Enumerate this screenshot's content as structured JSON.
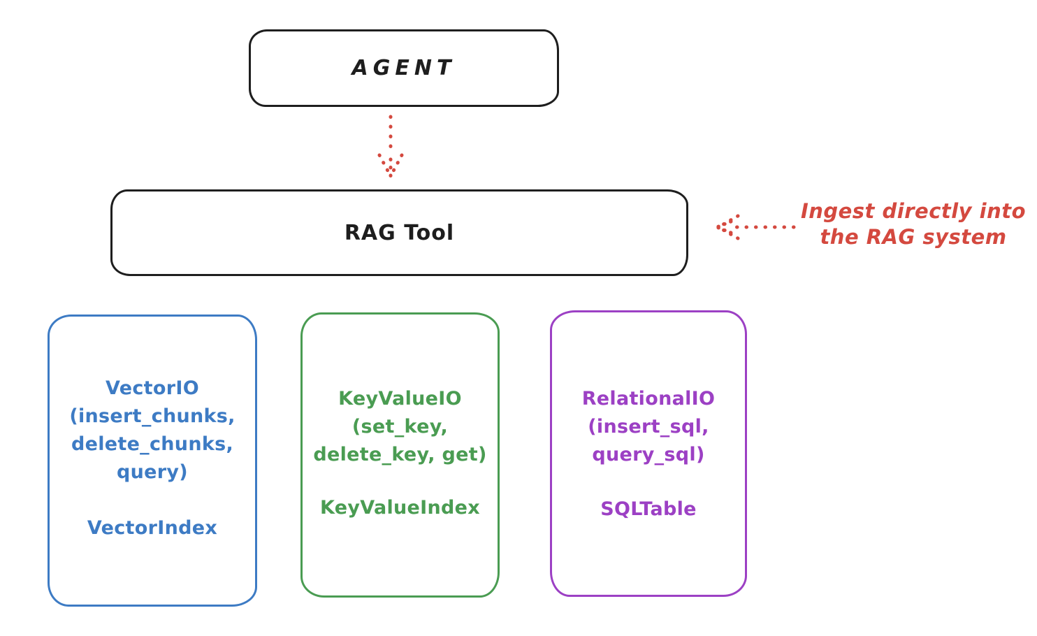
{
  "agent_box": {
    "label": "AGENT"
  },
  "rag_tool_box": {
    "label": "RAG Tool"
  },
  "annotation": {
    "line1": "Ingest directly into",
    "line2": "the RAG system"
  },
  "backend_boxes": [
    {
      "id": "vector-io",
      "color": "#3d7bc4",
      "title_lines": [
        "VectorIO",
        "(insert_chunks,",
        "delete_chunks,",
        "query)"
      ],
      "index_label": "VectorIndex"
    },
    {
      "id": "keyvalue-io",
      "color": "#4a9c52",
      "title_lines": [
        "KeyValueIO",
        "(set_key,",
        "delete_key, get)"
      ],
      "index_label": "KeyValueIndex"
    },
    {
      "id": "relational-io",
      "color": "#9c40c4",
      "title_lines": [
        "RelationalIO",
        "(insert_sql,",
        "query_sql)"
      ],
      "index_label": "SQLTable"
    }
  ],
  "colors": {
    "box_stroke": "#1e1e1e",
    "annotation_red": "#d4493f",
    "vector_blue": "#3d7bc4",
    "keyvalue_green": "#4a9c52",
    "relational_purple": "#9c40c4",
    "background": "#ffffff"
  }
}
